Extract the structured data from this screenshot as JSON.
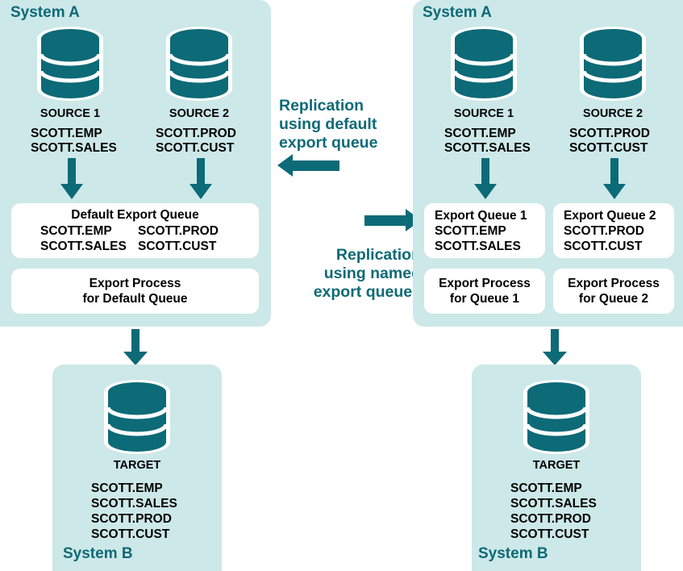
{
  "colors": {
    "teal": "#0d6a77",
    "panel_bg": "#cde8e8",
    "box_bg": "#ffffff",
    "text": "#000000"
  },
  "left_diagram": {
    "system_a_label": "System A",
    "system_b_label": "System B",
    "sources": [
      {
        "icon": "database-icon",
        "title": "SOURCE 1",
        "tables": [
          "SCOTT.EMP",
          "SCOTT.SALES"
        ]
      },
      {
        "icon": "database-icon",
        "title": "SOURCE 2",
        "tables": [
          "SCOTT.PROD",
          "SCOTT.CUST"
        ]
      }
    ],
    "queue_box": {
      "heading": "Default Export Queue",
      "col1": [
        "SCOTT.EMP",
        "SCOTT.SALES"
      ],
      "col2": [
        "SCOTT.PROD",
        "SCOTT.CUST"
      ]
    },
    "process_box": {
      "line1": "Export Process",
      "line2": "for Default Queue"
    },
    "target": {
      "icon": "database-icon",
      "title": "TARGET",
      "tables": [
        "SCOTT.EMP",
        "SCOTT.SALES",
        "SCOTT.PROD",
        "SCOTT.CUST"
      ]
    }
  },
  "right_diagram": {
    "system_a_label": "System A",
    "system_b_label": "System B",
    "sources": [
      {
        "icon": "database-icon",
        "title": "SOURCE 1",
        "tables": [
          "SCOTT.EMP",
          "SCOTT.SALES"
        ]
      },
      {
        "icon": "database-icon",
        "title": "SOURCE 2",
        "tables": [
          "SCOTT.PROD",
          "SCOTT.CUST"
        ]
      }
    ],
    "queue_boxes": [
      {
        "heading": "Export Queue 1",
        "tables": [
          "SCOTT.EMP",
          "SCOTT.SALES"
        ]
      },
      {
        "heading": "Export Queue 2",
        "tables": [
          "SCOTT.PROD",
          "SCOTT.CUST"
        ]
      }
    ],
    "process_boxes": [
      {
        "line1": "Export Process",
        "line2": "for Queue 1"
      },
      {
        "line1": "Export Process",
        "line2": "for Queue 2"
      }
    ],
    "target": {
      "icon": "database-icon",
      "title": "TARGET",
      "tables": [
        "SCOTT.EMP",
        "SCOTT.SALES",
        "SCOTT.PROD",
        "SCOTT.CUST"
      ]
    }
  },
  "middle": {
    "default_caption": {
      "line1": "Replication",
      "line2": "using default",
      "line3": "export queue",
      "arrow": "arrow-left-icon"
    },
    "named_caption": {
      "line1": "Replication",
      "line2": "using named",
      "line3": "export queues",
      "arrow": "arrow-right-icon"
    }
  }
}
